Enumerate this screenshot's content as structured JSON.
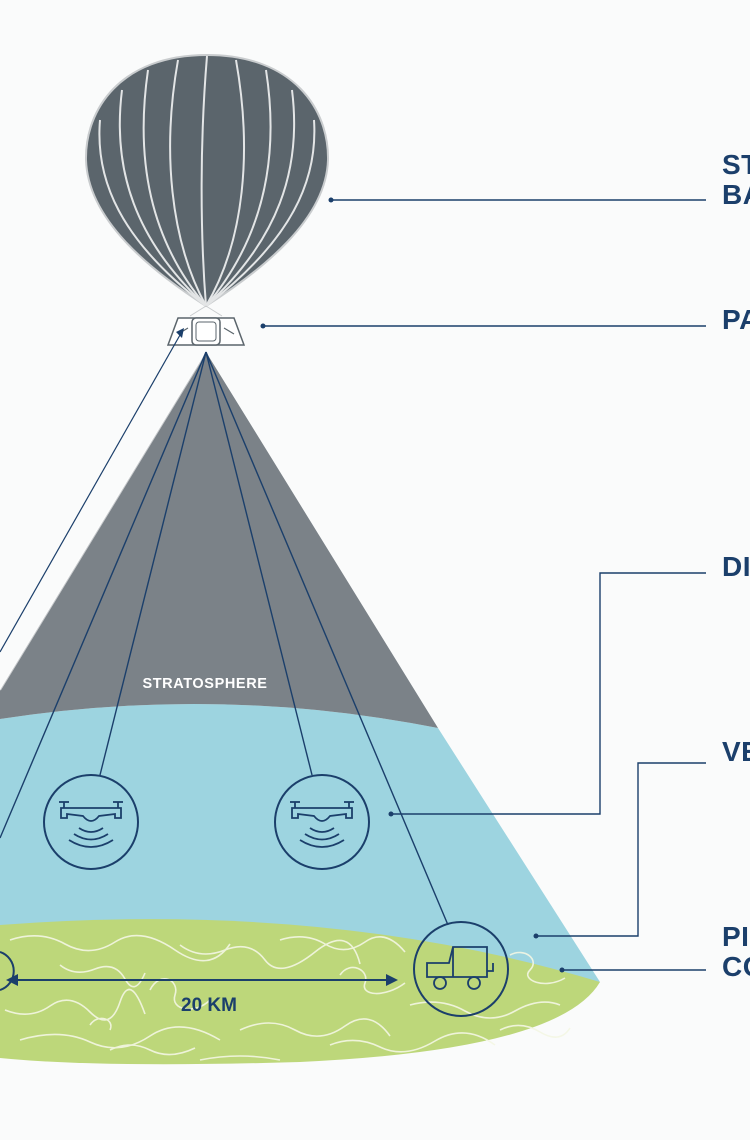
{
  "labels": {
    "stratosphere": "STRATOSPHERE",
    "distance": "20 KM"
  },
  "callouts": [
    {
      "key": "balloon",
      "lines": [
        "ST",
        "BA"
      ]
    },
    {
      "key": "payload",
      "lines": [
        "PA"
      ]
    },
    {
      "key": "drones",
      "lines": [
        "DI"
      ]
    },
    {
      "key": "vehicle",
      "lines": [
        "VE"
      ]
    },
    {
      "key": "ground",
      "lines": [
        "PI",
        "CO"
      ]
    }
  ],
  "icons": [
    "balloon-icon",
    "payload-icon",
    "drone-icon",
    "drone-icon",
    "vehicle-icon",
    "radio-waves-icon"
  ],
  "colors": {
    "balloon": "#5b656c",
    "stratosphere": "#7b8288",
    "sky": "#9dd4e0",
    "ground": "#bdd77a",
    "navy": "#1b3f6b",
    "background": "#fafbfb"
  }
}
